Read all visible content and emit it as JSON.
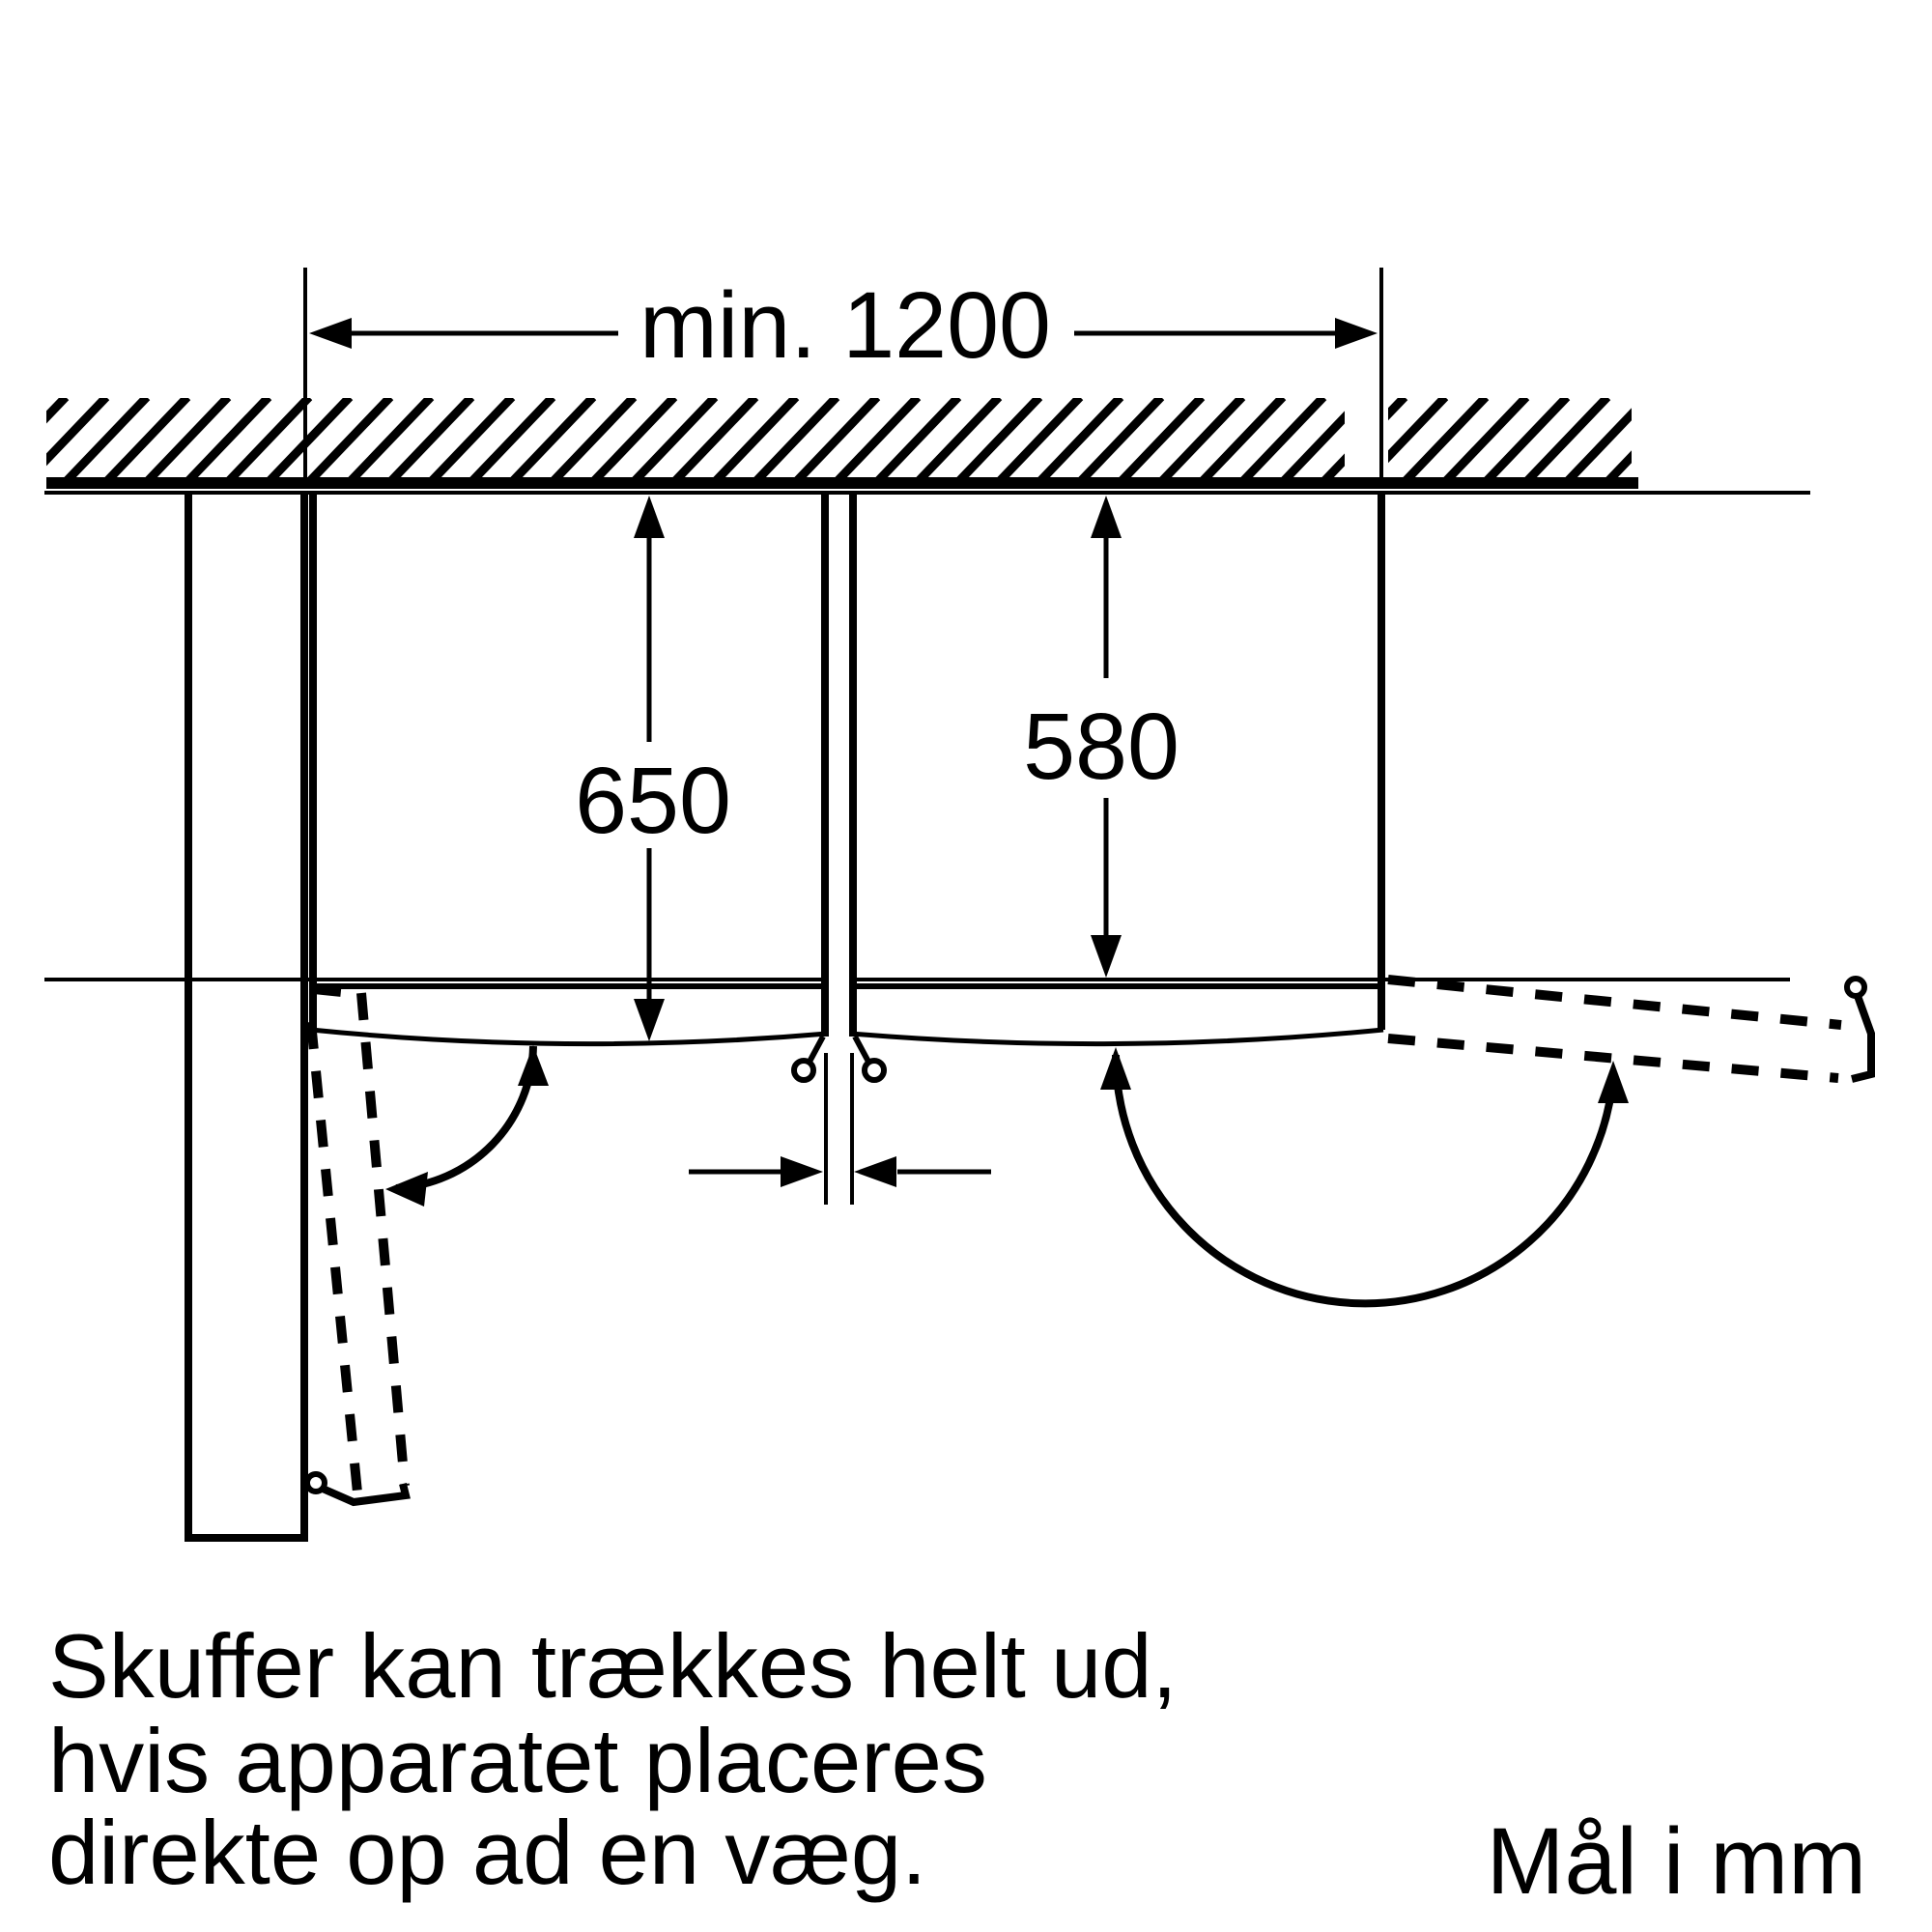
{
  "diagram": {
    "title_none": "",
    "dimensions": {
      "niche_width": "min. 1200",
      "left_depth": "650",
      "right_depth": "580"
    },
    "note": {
      "line1": "Skuffer kan trækkes helt ud,",
      "line2": "hvis apparatet placeres",
      "line3": "direkte op ad en væg."
    },
    "units_label": "Mål i mm",
    "colors": {
      "line": "#000000",
      "background": "#ffffff"
    }
  }
}
